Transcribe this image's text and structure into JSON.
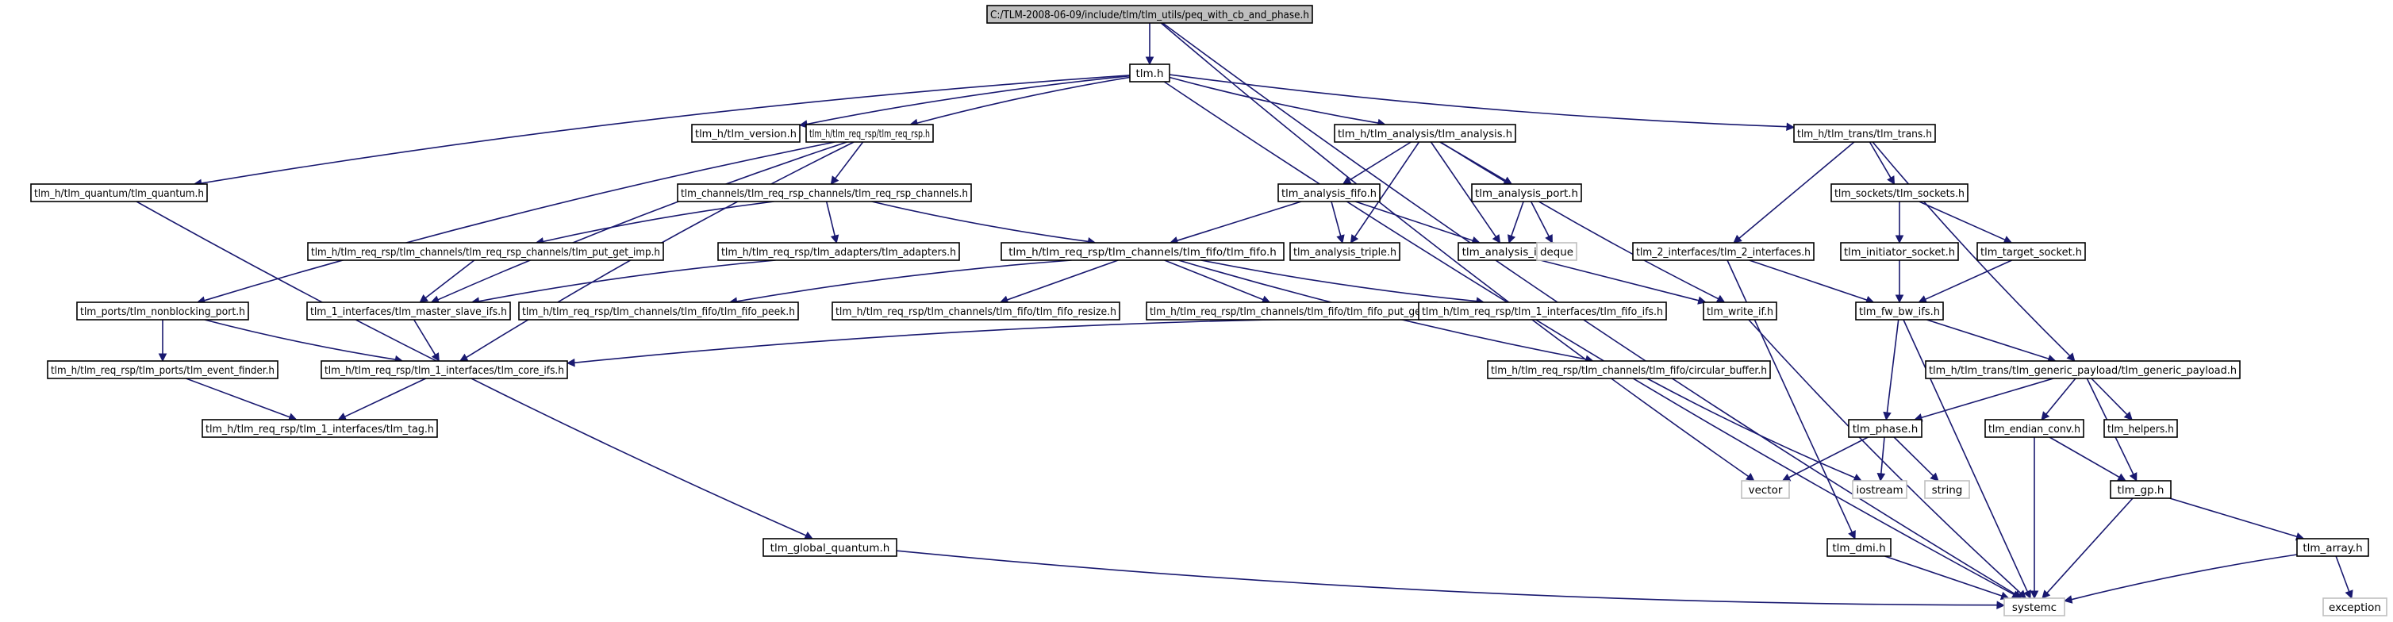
{
  "title": "C:/TLM-2008-06-09/include/tlm/tlm_utils/peq_with_cb_and_phase.h",
  "nodes": [
    {
      "id": "root",
      "label": "C:/TLM-2008-06-09/include/tlm/tlm_utils/peq_with_cb_and_phase.h",
      "kind": "root"
    },
    {
      "id": "tlm",
      "label": "tlm.h"
    },
    {
      "id": "tlm_version",
      "label": "tlm_h/tlm_version.h"
    },
    {
      "id": "tlm_req_rsp",
      "label": "tlm_h/tlm_req_rsp/tlm_req_rsp.h"
    },
    {
      "id": "tlm_analysis",
      "label": "tlm_h/tlm_analysis/tlm_analysis.h"
    },
    {
      "id": "tlm_trans",
      "label": "tlm_h/tlm_trans/tlm_trans.h"
    },
    {
      "id": "tlm_quantum",
      "label": "tlm_h/tlm_quantum/tlm_quantum.h"
    },
    {
      "id": "tlm_req_rsp_channels",
      "label": "tlm_channels/tlm_req_rsp_channels/tlm_req_rsp_channels.h"
    },
    {
      "id": "tlm_analysis_fifo",
      "label": "tlm_analysis_fifo.h"
    },
    {
      "id": "tlm_analysis_port",
      "label": "tlm_analysis_port.h"
    },
    {
      "id": "tlm_sockets",
      "label": "tlm_sockets/tlm_sockets.h"
    },
    {
      "id": "tlm_put_get_imp",
      "label": "tlm_h/tlm_req_rsp/tlm_channels/tlm_req_rsp_channels/tlm_put_get_imp.h"
    },
    {
      "id": "tlm_adapters",
      "label": "tlm_h/tlm_req_rsp/tlm_adapters/tlm_adapters.h"
    },
    {
      "id": "tlm_fifo",
      "label": "tlm_h/tlm_req_rsp/tlm_channels/tlm_fifo/tlm_fifo.h"
    },
    {
      "id": "tlm_analysis_triple",
      "label": "tlm_analysis_triple.h"
    },
    {
      "id": "tlm_analysis_if",
      "label": "tlm_analysis_if.h"
    },
    {
      "id": "deque",
      "label": "deque",
      "kind": "ext"
    },
    {
      "id": "tlm_2_interfaces",
      "label": "tlm_2_interfaces/tlm_2_interfaces.h"
    },
    {
      "id": "tlm_initiator_socket",
      "label": "tlm_initiator_socket.h"
    },
    {
      "id": "tlm_target_socket",
      "label": "tlm_target_socket.h"
    },
    {
      "id": "tlm_nonblocking_port",
      "label": "tlm_ports/tlm_nonblocking_port.h"
    },
    {
      "id": "tlm_master_slave_ifs",
      "label": "tlm_1_interfaces/tlm_master_slave_ifs.h"
    },
    {
      "id": "tlm_fifo_peek",
      "label": "tlm_h/tlm_req_rsp/tlm_channels/tlm_fifo/tlm_fifo_peek.h"
    },
    {
      "id": "tlm_fifo_resize",
      "label": "tlm_h/tlm_req_rsp/tlm_channels/tlm_fifo/tlm_fifo_resize.h"
    },
    {
      "id": "tlm_fifo_put_get",
      "label": "tlm_h/tlm_req_rsp/tlm_channels/tlm_fifo/tlm_fifo_put_get.h"
    },
    {
      "id": "tlm_fifo_ifs",
      "label": "tlm_h/tlm_req_rsp/tlm_1_interfaces/tlm_fifo_ifs.h"
    },
    {
      "id": "tlm_write_if",
      "label": "tlm_write_if.h"
    },
    {
      "id": "tlm_fw_bw_ifs",
      "label": "tlm_fw_bw_ifs.h"
    },
    {
      "id": "tlm_event_finder",
      "label": "tlm_h/tlm_req_rsp/tlm_ports/tlm_event_finder.h"
    },
    {
      "id": "tlm_core_ifs",
      "label": "tlm_h/tlm_req_rsp/tlm_1_interfaces/tlm_core_ifs.h"
    },
    {
      "id": "circular_buffer",
      "label": "tlm_h/tlm_req_rsp/tlm_channels/tlm_fifo/circular_buffer.h"
    },
    {
      "id": "tlm_generic_payload",
      "label": "tlm_h/tlm_trans/tlm_generic_payload/tlm_generic_payload.h"
    },
    {
      "id": "tlm_tag",
      "label": "tlm_h/tlm_req_rsp/tlm_1_interfaces/tlm_tag.h"
    },
    {
      "id": "tlm_phase",
      "label": "tlm_phase.h"
    },
    {
      "id": "tlm_endian_conv",
      "label": "tlm_endian_conv.h"
    },
    {
      "id": "tlm_helpers",
      "label": "tlm_helpers.h"
    },
    {
      "id": "vector",
      "label": "vector",
      "kind": "ext"
    },
    {
      "id": "iostream",
      "label": "iostream",
      "kind": "ext"
    },
    {
      "id": "string",
      "label": "string",
      "kind": "ext"
    },
    {
      "id": "tlm_gp",
      "label": "tlm_gp.h"
    },
    {
      "id": "tlm_global_quantum",
      "label": "tlm_global_quantum.h"
    },
    {
      "id": "tlm_dmi",
      "label": "tlm_dmi.h"
    },
    {
      "id": "tlm_array",
      "label": "tlm_array.h"
    },
    {
      "id": "systemc",
      "label": "systemc",
      "kind": "ext"
    },
    {
      "id": "exception",
      "label": "exception",
      "kind": "ext"
    }
  ],
  "edges": [
    [
      "root",
      "tlm"
    ],
    [
      "root",
      "vector"
    ],
    [
      "root",
      "systemc"
    ],
    [
      "tlm",
      "tlm_version"
    ],
    [
      "tlm",
      "tlm_req_rsp"
    ],
    [
      "tlm",
      "tlm_analysis"
    ],
    [
      "tlm",
      "tlm_trans"
    ],
    [
      "tlm",
      "tlm_quantum"
    ],
    [
      "tlm",
      "systemc"
    ],
    [
      "tlm_req_rsp",
      "tlm_req_rsp_channels"
    ],
    [
      "tlm_req_rsp",
      "tlm_nonblocking_port"
    ],
    [
      "tlm_req_rsp",
      "tlm_master_slave_ifs"
    ],
    [
      "tlm_req_rsp",
      "tlm_core_ifs"
    ],
    [
      "tlm_analysis",
      "tlm_analysis_fifo"
    ],
    [
      "tlm_analysis",
      "tlm_analysis_port"
    ],
    [
      "tlm_analysis",
      "tlm_analysis_if"
    ],
    [
      "tlm_analysis",
      "tlm_analysis_triple"
    ],
    [
      "tlm_analysis",
      "tlm_write_if"
    ],
    [
      "tlm_trans",
      "tlm_2_interfaces"
    ],
    [
      "tlm_trans",
      "tlm_sockets"
    ],
    [
      "tlm_trans",
      "tlm_generic_payload"
    ],
    [
      "tlm_quantum",
      "tlm_global_quantum"
    ],
    [
      "tlm_req_rsp_channels",
      "tlm_put_get_imp"
    ],
    [
      "tlm_req_rsp_channels",
      "tlm_adapters"
    ],
    [
      "tlm_req_rsp_channels",
      "tlm_fifo"
    ],
    [
      "tlm_analysis_fifo",
      "tlm_fifo"
    ],
    [
      "tlm_analysis_fifo",
      "tlm_analysis_triple"
    ],
    [
      "tlm_analysis_fifo",
      "tlm_analysis_if"
    ],
    [
      "tlm_analysis_port",
      "tlm_analysis_if"
    ],
    [
      "tlm_analysis_port",
      "deque"
    ],
    [
      "tlm_sockets",
      "tlm_initiator_socket"
    ],
    [
      "tlm_sockets",
      "tlm_target_socket"
    ],
    [
      "tlm_put_get_imp",
      "tlm_master_slave_ifs"
    ],
    [
      "tlm_adapters",
      "tlm_master_slave_ifs"
    ],
    [
      "tlm_fifo",
      "tlm_fifo_peek"
    ],
    [
      "tlm_fifo",
      "tlm_fifo_resize"
    ],
    [
      "tlm_fifo",
      "tlm_fifo_put_get"
    ],
    [
      "tlm_fifo",
      "tlm_fifo_ifs"
    ],
    [
      "tlm_fifo",
      "circular_buffer"
    ],
    [
      "tlm_analysis_if",
      "tlm_write_if"
    ],
    [
      "tlm_2_interfaces",
      "tlm_fw_bw_ifs"
    ],
    [
      "tlm_2_interfaces",
      "tlm_dmi"
    ],
    [
      "tlm_initiator_socket",
      "tlm_fw_bw_ifs"
    ],
    [
      "tlm_target_socket",
      "tlm_fw_bw_ifs"
    ],
    [
      "tlm_nonblocking_port",
      "tlm_event_finder"
    ],
    [
      "tlm_nonblocking_port",
      "tlm_core_ifs"
    ],
    [
      "tlm_master_slave_ifs",
      "tlm_core_ifs"
    ],
    [
      "tlm_fifo_ifs",
      "tlm_core_ifs"
    ],
    [
      "tlm_write_if",
      "systemc"
    ],
    [
      "tlm_fw_bw_ifs",
      "tlm_generic_payload"
    ],
    [
      "tlm_fw_bw_ifs",
      "tlm_phase"
    ],
    [
      "tlm_fw_bw_ifs",
      "systemc"
    ],
    [
      "tlm_event_finder",
      "tlm_tag"
    ],
    [
      "tlm_core_ifs",
      "tlm_tag"
    ],
    [
      "circular_buffer",
      "iostream"
    ],
    [
      "tlm_generic_payload",
      "tlm_phase"
    ],
    [
      "tlm_generic_payload",
      "tlm_endian_conv"
    ],
    [
      "tlm_generic_payload",
      "tlm_helpers"
    ],
    [
      "tlm_generic_payload",
      "tlm_gp"
    ],
    [
      "tlm_phase",
      "vector"
    ],
    [
      "tlm_phase",
      "iostream"
    ],
    [
      "tlm_phase",
      "string"
    ],
    [
      "tlm_endian_conv",
      "tlm_gp"
    ],
    [
      "tlm_endian_conv",
      "systemc"
    ],
    [
      "tlm_gp",
      "tlm_array"
    ],
    [
      "tlm_gp",
      "systemc"
    ],
    [
      "tlm_global_quantum",
      "systemc"
    ],
    [
      "tlm_dmi",
      "systemc"
    ],
    [
      "tlm_array",
      "systemc"
    ],
    [
      "tlm_array",
      "exception"
    ]
  ]
}
